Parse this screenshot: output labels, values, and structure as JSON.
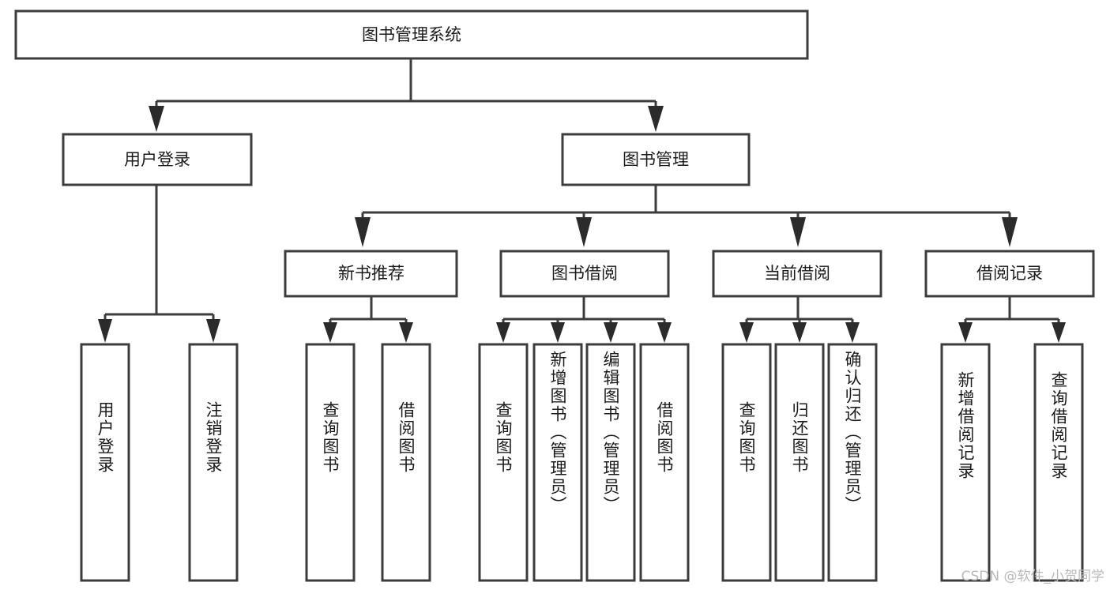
{
  "diagram": {
    "type": "tree-hierarchy",
    "orientation": "top-down",
    "title": "图书管理系统",
    "levels": 4,
    "colors": {
      "background": "#ffffff",
      "box_fill": "#ffffff",
      "box_border": "#3c3c3c",
      "connector": "#3c3c3c",
      "arrow": "#2b2b2b",
      "text": "#1b1b1b",
      "watermark": "#b9b9b9"
    },
    "root": {
      "id": "root",
      "label": "图书管理系统",
      "text_orientation": "horizontal"
    },
    "level2": [
      {
        "id": "user-login",
        "label": "用户登录",
        "text_orientation": "horizontal"
      },
      {
        "id": "book-manage",
        "label": "图书管理",
        "text_orientation": "horizontal"
      }
    ],
    "level3": [
      {
        "id": "new-book-rec",
        "label": "新书推荐",
        "text_orientation": "horizontal",
        "parent": "book-manage"
      },
      {
        "id": "book-borrow",
        "label": "图书借阅",
        "text_orientation": "horizontal",
        "parent": "book-manage"
      },
      {
        "id": "current-borrow",
        "label": "当前借阅",
        "text_orientation": "horizontal",
        "parent": "book-manage"
      },
      {
        "id": "borrow-record",
        "label": "借阅记录",
        "text_orientation": "horizontal",
        "parent": "book-manage"
      }
    ],
    "leaves": {
      "user_login": [
        {
          "id": "leaf-user-login",
          "label": "用户登录",
          "text_orientation": "vertical"
        },
        {
          "id": "leaf-logout-login",
          "label": "注销登录",
          "text_orientation": "vertical"
        }
      ],
      "new_book_rec": [
        {
          "id": "leaf-query-book-1",
          "label": "查询图书",
          "text_orientation": "vertical"
        },
        {
          "id": "leaf-borrow-book-1",
          "label": "借阅图书",
          "text_orientation": "vertical"
        }
      ],
      "book_borrow": [
        {
          "id": "leaf-query-book-2",
          "label": "查询图书",
          "text_orientation": "vertical"
        },
        {
          "id": "leaf-add-book",
          "label": "新增图书（管理员）",
          "text_orientation": "vertical"
        },
        {
          "id": "leaf-edit-book",
          "label": "编辑图书（管理员）",
          "text_orientation": "vertical"
        },
        {
          "id": "leaf-borrow-book-2",
          "label": "借阅图书",
          "text_orientation": "vertical"
        }
      ],
      "current_borrow": [
        {
          "id": "leaf-query-book-3",
          "label": "查询图书",
          "text_orientation": "vertical"
        },
        {
          "id": "leaf-return-book",
          "label": "归还图书",
          "text_orientation": "vertical"
        },
        {
          "id": "leaf-confirm-return",
          "label": "确认归还（管理员）",
          "text_orientation": "vertical"
        }
      ],
      "borrow_record": [
        {
          "id": "leaf-add-record",
          "label": "新增借阅记录",
          "text_orientation": "vertical"
        },
        {
          "id": "leaf-query-record",
          "label": "查询借阅记录",
          "text_orientation": "vertical"
        }
      ]
    }
  },
  "watermark": {
    "label": "CSDN @软件_小贺同学"
  }
}
